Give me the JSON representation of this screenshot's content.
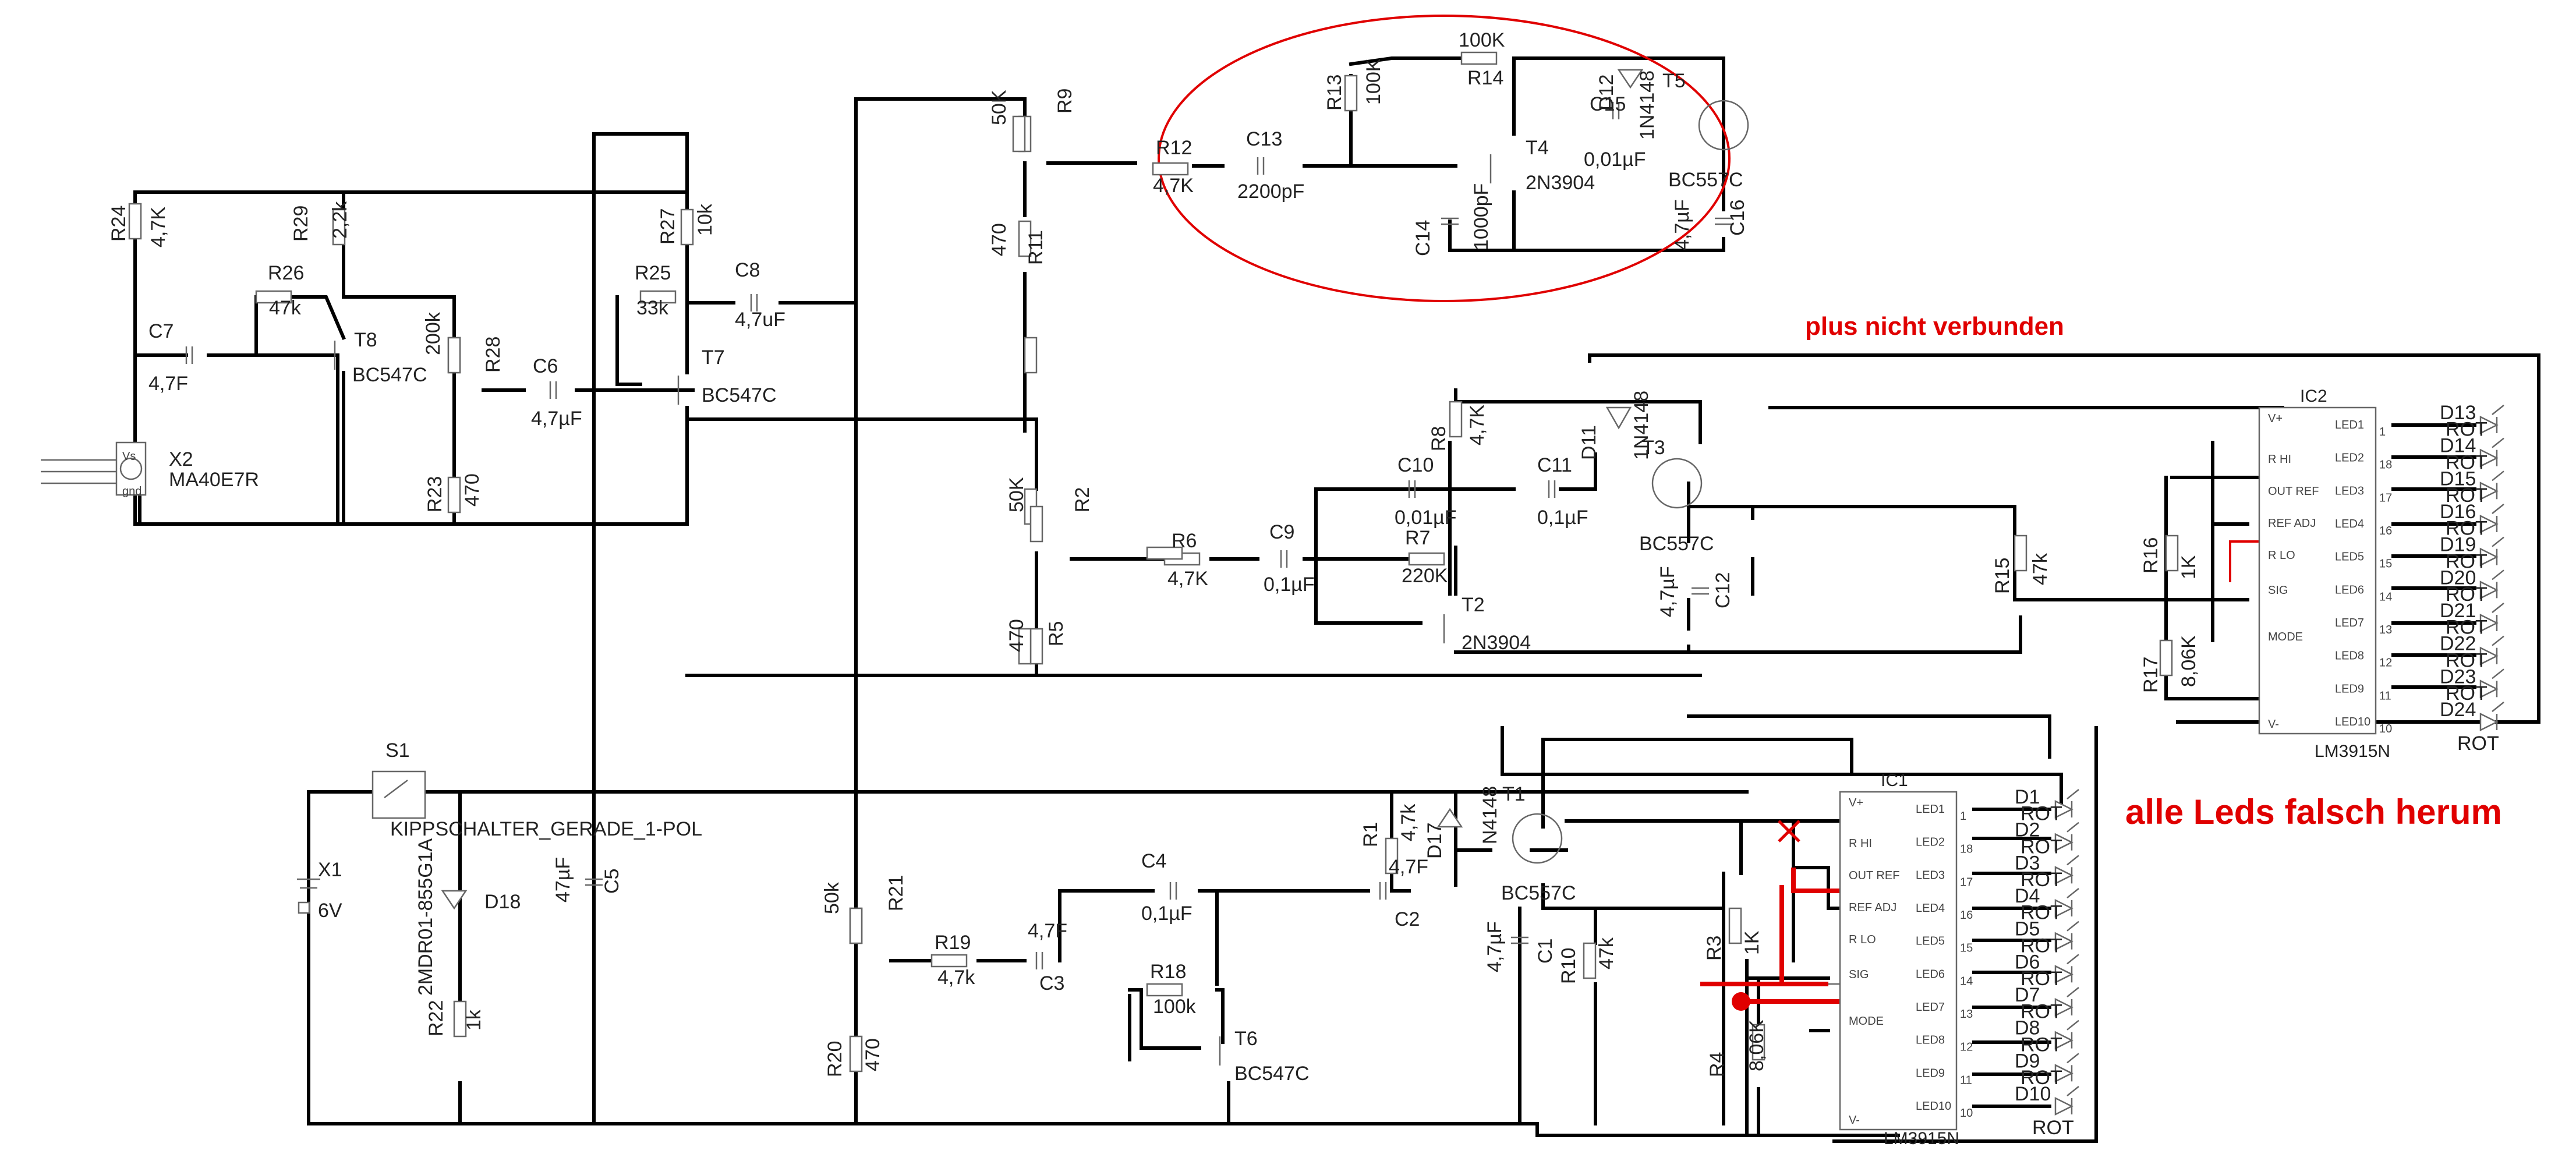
{
  "components": {
    "R1": {
      "ref": "R1",
      "value": "4,7k"
    },
    "R2": {
      "ref": "R2",
      "value": "50K"
    },
    "R3": {
      "ref": "R3",
      "value": "1K"
    },
    "R4": {
      "ref": "R4",
      "value": "8,06K"
    },
    "R5": {
      "ref": "R5",
      "value": "470"
    },
    "R6": {
      "ref": "R6",
      "value": "4,7K"
    },
    "R7": {
      "ref": "R7",
      "value": "220K"
    },
    "R8": {
      "ref": "R8",
      "value": "4,7K"
    },
    "R9": {
      "ref": "R9",
      "value": "50K"
    },
    "R10": {
      "ref": "R10",
      "value": "47k"
    },
    "R11": {
      "ref": "R11",
      "value": "470"
    },
    "R12": {
      "ref": "R12",
      "value": "4,7K"
    },
    "R13": {
      "ref": "R13",
      "value": "100K"
    },
    "R14": {
      "ref": "R14",
      "value": "100K"
    },
    "R15": {
      "ref": "R15",
      "value": "47k"
    },
    "R16": {
      "ref": "R16",
      "value": "1K"
    },
    "R17": {
      "ref": "R17",
      "value": "8,06K"
    },
    "R18": {
      "ref": "R18",
      "value": "100k"
    },
    "R19": {
      "ref": "R19",
      "value": "4,7k"
    },
    "R20": {
      "ref": "R20",
      "value": "470"
    },
    "R21": {
      "ref": "R21",
      "value": "50k"
    },
    "R22": {
      "ref": "R22",
      "value": "1k"
    },
    "R23": {
      "ref": "R23",
      "value": "470"
    },
    "R24": {
      "ref": "R24",
      "value": "4,7K"
    },
    "R25": {
      "ref": "R25",
      "value": "33k"
    },
    "R26": {
      "ref": "R26",
      "value": "47k"
    },
    "R27": {
      "ref": "R27",
      "value": "10k"
    },
    "R28": {
      "ref": "R28",
      "value": "200k"
    },
    "R29": {
      "ref": "R29",
      "value": "2,2k"
    },
    "C1": {
      "ref": "C1",
      "value": "4,7µF"
    },
    "C2": {
      "ref": "C2",
      "value": "4,7F"
    },
    "C3": {
      "ref": "C3",
      "value": "4,7F"
    },
    "C4": {
      "ref": "C4",
      "value": "0,1µF"
    },
    "C5": {
      "ref": "C5",
      "value": "47µF"
    },
    "C6": {
      "ref": "C6",
      "value": "4,7µF"
    },
    "C7": {
      "ref": "C7",
      "value": "4,7F"
    },
    "C8": {
      "ref": "C8",
      "value": "4,7uF"
    },
    "C9": {
      "ref": "C9",
      "value": "0,1µF"
    },
    "C10": {
      "ref": "C10",
      "value": "0,01µF"
    },
    "C11": {
      "ref": "C11",
      "value": "0,1µF"
    },
    "C12": {
      "ref": "C12",
      "value": "4,7µF"
    },
    "C13": {
      "ref": "C13",
      "value": "2200pF"
    },
    "C14": {
      "ref": "C14",
      "value": "1000pF"
    },
    "C15": {
      "ref": "C15",
      "value": "0,01µF"
    },
    "C16": {
      "ref": "C16",
      "value": "4,7µF"
    },
    "T1": {
      "ref": "T1",
      "value": "BC557C"
    },
    "T2": {
      "ref": "T2",
      "value": "2N3904"
    },
    "T3": {
      "ref": "T3",
      "value": "BC557C"
    },
    "T4": {
      "ref": "T4",
      "value": "2N3904"
    },
    "T5": {
      "ref": "T5",
      "value": "BC557C"
    },
    "T6": {
      "ref": "T6",
      "value": "BC547C"
    },
    "T7": {
      "ref": "T7",
      "value": "BC547C"
    },
    "T8": {
      "ref": "T8",
      "value": "BC547C"
    },
    "D11": {
      "ref": "D11",
      "value": "1N4148"
    },
    "D12": {
      "ref": "D12",
      "value": "1N4148"
    },
    "D17": {
      "ref": "D17",
      "value": "N4148"
    },
    "D18": {
      "ref": "D18",
      "value": "2MDR01-855G1A"
    },
    "S1": {
      "ref": "S1",
      "value": "KIPPSCHALTER_GERADE_1-POL"
    },
    "X1": {
      "ref": "X1",
      "value": "6V"
    },
    "X2": {
      "ref": "X2",
      "value": "MA40E7R"
    }
  },
  "ic1": {
    "name": "IC1",
    "part": "LM3915N",
    "left_pins": [
      "V+",
      "R HI",
      "OUT REF",
      "REF ADJ",
      "R LO",
      "SIG",
      "MODE",
      "V-"
    ],
    "right_pins": [
      "LED1",
      "LED2",
      "LED3",
      "LED4",
      "LED5",
      "LED6",
      "LED7",
      "LED8",
      "LED9",
      "LED10"
    ],
    "right_pin_numbers": [
      "1",
      "18",
      "17",
      "16",
      "15",
      "14",
      "13",
      "12",
      "11",
      "10"
    ],
    "leds": [
      "D1",
      "D2",
      "D3",
      "D4",
      "D5",
      "D6",
      "D7",
      "D8",
      "D9",
      "D10"
    ],
    "led_value": "ROT"
  },
  "ic2": {
    "name": "IC2",
    "part": "LM3915N",
    "left_pins": [
      "V+",
      "R HI",
      "OUT REF",
      "REF ADJ",
      "R LO",
      "SIG",
      "MODE",
      "V-"
    ],
    "right_pins": [
      "LED1",
      "LED2",
      "LED3",
      "LED4",
      "LED5",
      "LED6",
      "LED7",
      "LED8",
      "LED9",
      "LED10"
    ],
    "right_pin_numbers": [
      "1",
      "18",
      "17",
      "16",
      "15",
      "14",
      "13",
      "12",
      "11",
      "10"
    ],
    "leds": [
      "D13",
      "D14",
      "D15",
      "D16",
      "D19",
      "D20",
      "D21",
      "D22",
      "D23",
      "D24"
    ],
    "led_value": "ROT"
  },
  "annotations": {
    "plus_not_connected": "plus nicht verbunden",
    "leds_reversed": "alle Leds falsch herum",
    "cross_mark": "✕",
    "highlight_color": "#e00000"
  }
}
